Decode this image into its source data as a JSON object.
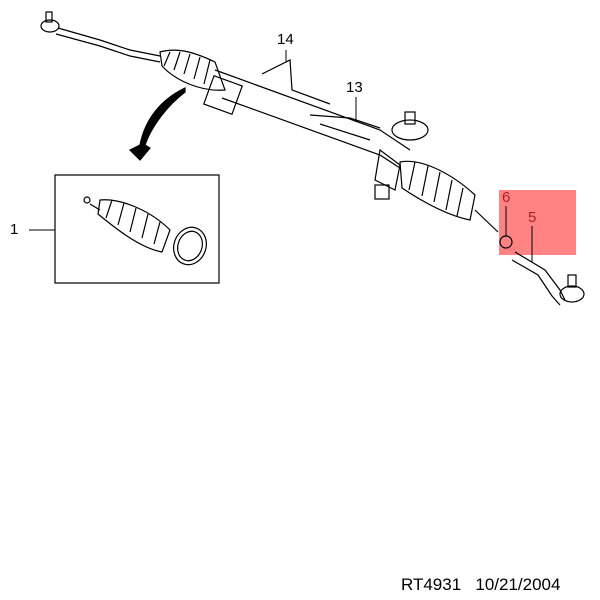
{
  "callouts": [
    {
      "number": "1",
      "part": "boot-kit"
    },
    {
      "number": "14",
      "part": "bracket"
    },
    {
      "number": "13",
      "part": "pipe"
    },
    {
      "number": "6",
      "part": "nut"
    },
    {
      "number": "5",
      "part": "tie-rod-end"
    }
  ],
  "highlight_color": "#ff5a5a",
  "footer": {
    "ref": "RT4931",
    "date": "10/21/2004"
  }
}
